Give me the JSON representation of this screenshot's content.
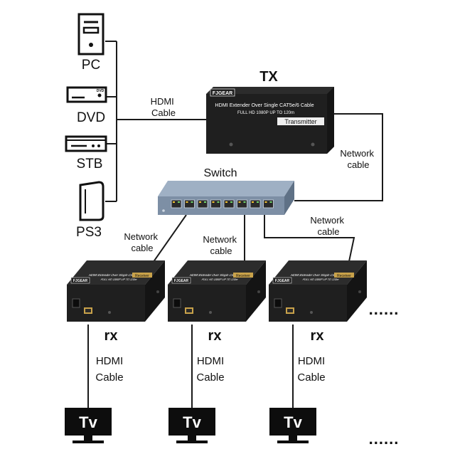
{
  "sources": {
    "pc": "PC",
    "dvd": "DVD",
    "stb": "STB",
    "ps3": "PS3",
    "dvd_logo": "DVD"
  },
  "transmitter": {
    "heading": "TX",
    "brand": "FJGEAR",
    "product": "HDMI Extender Over Single CAT5e/6 Cable",
    "spec": "FULL HD 1080P   UP TO 120m",
    "badge": "Transmitter"
  },
  "switch": {
    "label": "Switch"
  },
  "cables": {
    "hdmi_source_line1": "HDMI",
    "hdmi_source_line2": "Cable",
    "net_tx_line1": "Network",
    "net_tx_line2": "cable",
    "net_rx1_line1": "Network",
    "net_rx1_line2": "cable",
    "net_rx2_line1": "Network",
    "net_rx2_line2": "cable",
    "net_rx3_line1": "Network",
    "net_rx3_line2": "cable"
  },
  "receivers": [
    {
      "label": "rx",
      "brand": "FJGEAR",
      "product": "HDMI Extender Over Single CAT5e/6 Cable",
      "spec": "FULL HD 1080P   UP TO 120m",
      "badge": "Receiver",
      "cable_line1": "HDMI",
      "cable_line2": "Cable",
      "tv": "Tv"
    },
    {
      "label": "rx",
      "brand": "FJGEAR",
      "product": "HDMI Extender Over Single CAT5e/6 Cable",
      "spec": "FULL HD 1080P   UP TO 120m",
      "badge": "Receiver",
      "cable_line1": "HDMI",
      "cable_line2": "Cable",
      "tv": "Tv"
    },
    {
      "label": "rx",
      "brand": "FJGEAR",
      "product": "HDMI Extender Over Single CAT5e/6 Cable",
      "spec": "FULL HD 1080P   UP TO 120m",
      "badge": "Receiver",
      "cable_line1": "HDMI",
      "cable_line2": "Cable",
      "tv": "Tv"
    }
  ],
  "ellipsis_receivers": "......",
  "ellipsis_tvs": "......",
  "colors": {
    "device_body": "#1f1f1f",
    "device_top": "#2c2c2c",
    "switch_body": "#7d8fa5",
    "switch_top": "#9fb0c4",
    "port": "#2a2a2a",
    "port_led": "#f3c230",
    "hdmi_port": "#c9a24a",
    "line": "#1a1a1a"
  }
}
